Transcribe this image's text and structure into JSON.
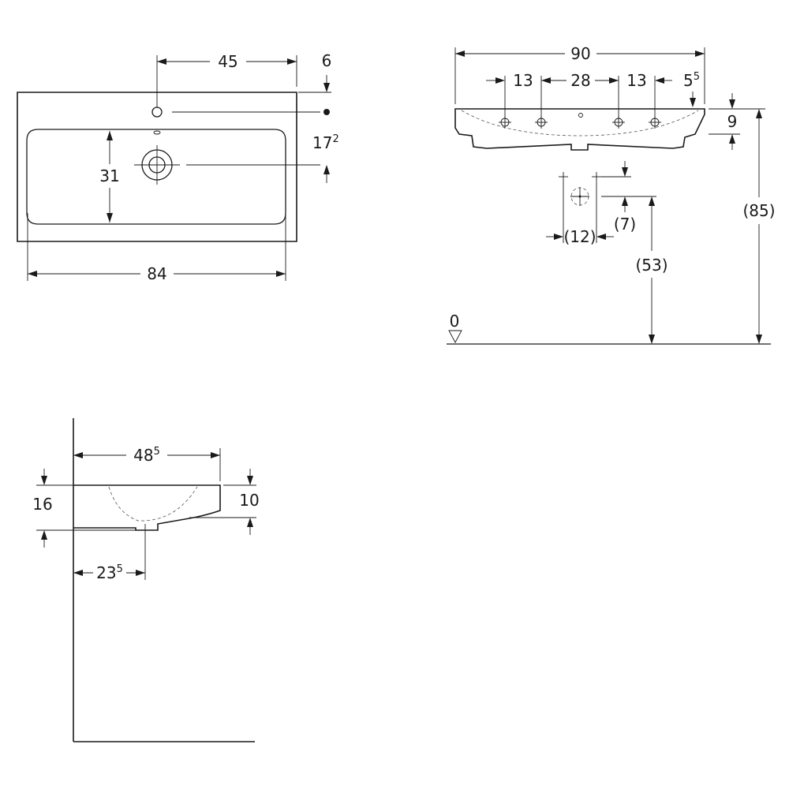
{
  "top_view": {
    "dim_tap_offset": "45",
    "dim_top_edge": "6",
    "dim_tap_depth_main": "17",
    "dim_tap_depth_sup": "2",
    "dim_bowl_depth": "31",
    "dim_bowl_width": "84"
  },
  "front_view": {
    "dim_total_width": "90",
    "dim_hole_left": "13",
    "dim_hole_center": "28",
    "dim_hole_right": "13",
    "dim_edge_main": "5",
    "dim_edge_sup": "5",
    "dim_rim_height": "9",
    "dim_install_height": "(85)",
    "dim_waste_width": "(12)",
    "dim_waste_drop": "(7)",
    "dim_waste_height": "(53)",
    "floor_level": "0"
  },
  "side_view": {
    "dim_projection_main": "48",
    "dim_projection_sup": "5",
    "dim_total_height": "16",
    "dim_basin_height": "10",
    "dim_waste_offset_main": "23",
    "dim_waste_offset_sup": "5"
  }
}
